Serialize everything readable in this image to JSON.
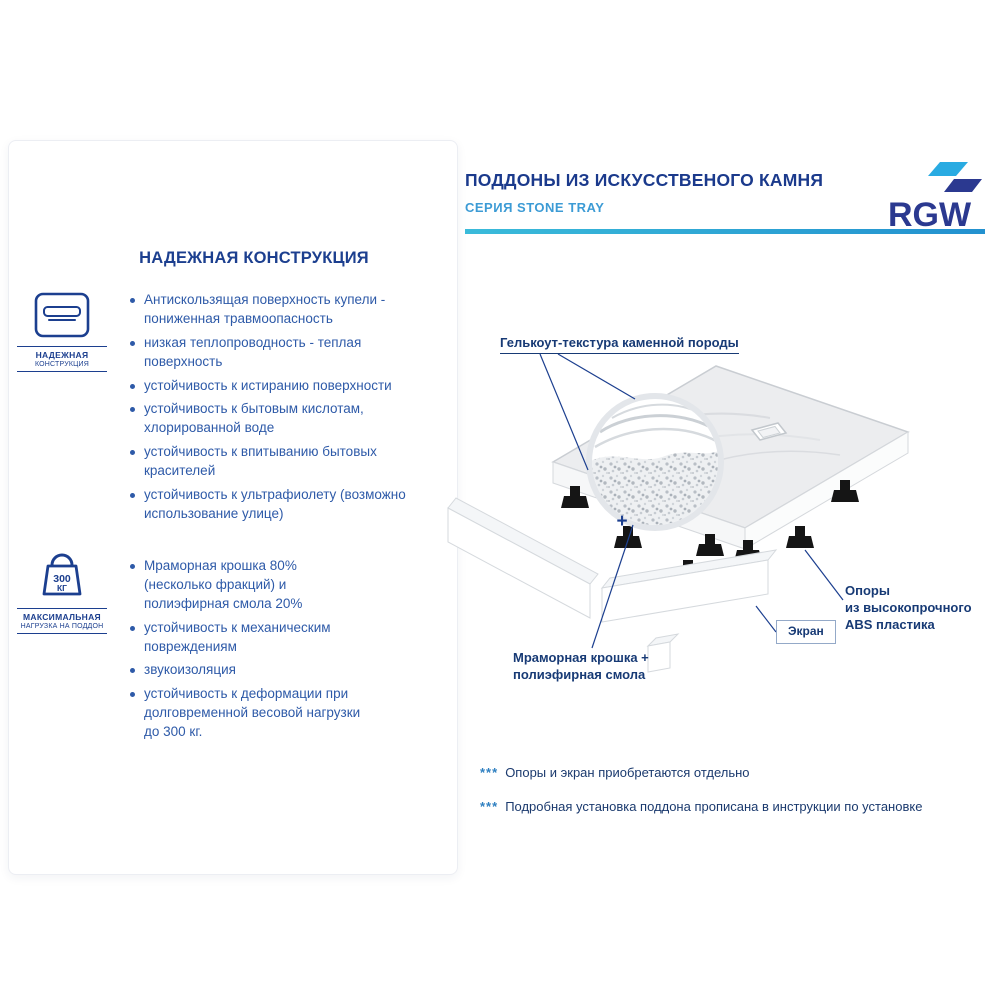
{
  "header": {
    "title": "ПОДДОНЫ ИЗ ИСКУССТВЕНОГО КАМНЯ",
    "subtitle": "СЕРИЯ STONE TRAY",
    "logo_text": "RGW"
  },
  "left_panel": {
    "title": "НАДЕЖНАЯ КОНСТРУКЦИЯ",
    "badges": {
      "construction": {
        "caption_line1": "НАДЕЖНАЯ",
        "caption_line2": "КОНСТРУКЦИЯ"
      },
      "load": {
        "value": "300",
        "unit": "КГ",
        "caption_line1": "МАКСИМАЛЬНАЯ",
        "caption_line2": "НАГРУЗКА НА ПОДДОН"
      }
    },
    "list1": [
      "Антискользящая поверхность купели - пониженная травмоопасность",
      "низкая теплопроводность - теплая поверхность",
      "устойчивость к истиранию поверхности",
      "устойчивость к бытовым кислотам, хлорированной воде",
      "устойчивость к впитыванию бытовых красителей",
      "устойчивость к ультрафиолету (возможно использование улице)"
    ],
    "list2": [
      "Мраморная крошка 80% (несколько фракций) и полиэфирная смола 20%",
      "устойчивость к механическим повреждениям",
      "звукоизоляция",
      "устойчивость к деформации при долговременной весовой нагрузки до 300 кг."
    ]
  },
  "diagram": {
    "labels": {
      "texture": "Гелькоут-текстура каменной породы",
      "marble_line1": "Мраморная крошка +",
      "marble_line2": "полиэфирная смола",
      "supports_line1": "Опоры",
      "supports_line2": "из высокопрочного",
      "supports_line3": "ABS пластика",
      "screen": "Экран",
      "plus": "+"
    }
  },
  "footnotes": [
    {
      "marker": "***",
      "text": "Опоры и экран приобретаются отдельно"
    },
    {
      "marker": "***",
      "text": "Подробная установка поддона прописана в инструкции по установке"
    }
  ],
  "colors": {
    "navy": "#1C3F8F",
    "text_blue": "#2E5AA8",
    "cyan": "#29ABE2",
    "accent_bar": "#2FB4D9"
  }
}
